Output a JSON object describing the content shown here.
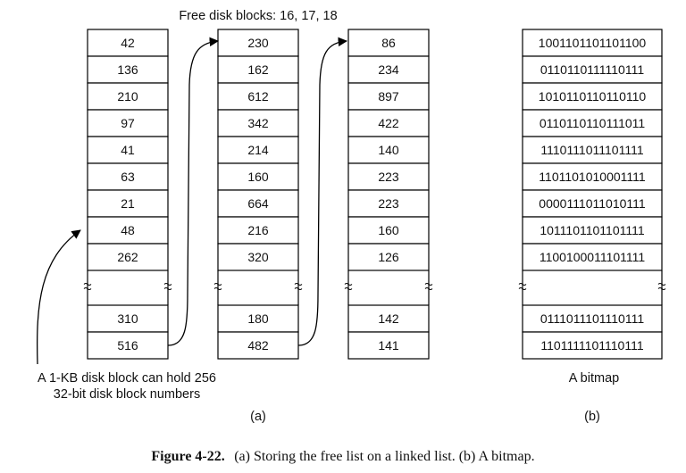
{
  "title": "Free disk blocks: 16, 17, 18",
  "linked_list": {
    "columns": [
      {
        "top": [
          "42",
          "136",
          "210",
          "97",
          "41",
          "63",
          "21",
          "48",
          "262"
        ],
        "bottom": [
          "310",
          "516"
        ]
      },
      {
        "top": [
          "230",
          "162",
          "612",
          "342",
          "214",
          "160",
          "664",
          "216",
          "320"
        ],
        "bottom": [
          "180",
          "482"
        ]
      },
      {
        "top": [
          "86",
          "234",
          "897",
          "422",
          "140",
          "223",
          "223",
          "160",
          "126"
        ],
        "bottom": [
          "142",
          "141"
        ]
      }
    ],
    "annotation_line1": "A 1-KB disk block can hold 256",
    "annotation_line2": "32-bit disk block numbers",
    "sublabel": "(a)"
  },
  "bitmap": {
    "top": [
      "1001101101101100",
      "0110110111110111",
      "1010110110110110",
      "0110110110111011",
      "1110111011101111",
      "1101101010001111",
      "0000111011010111",
      "1011101101101111",
      "1100100011101111"
    ],
    "bottom": [
      "0111011101110111",
      "1101111101110111"
    ],
    "label": "A bitmap",
    "sublabel": "(b)"
  },
  "caption": {
    "figure": "Figure 4-22.",
    "text": "(a) Storing the free list on a linked list. (b) A bitmap."
  }
}
